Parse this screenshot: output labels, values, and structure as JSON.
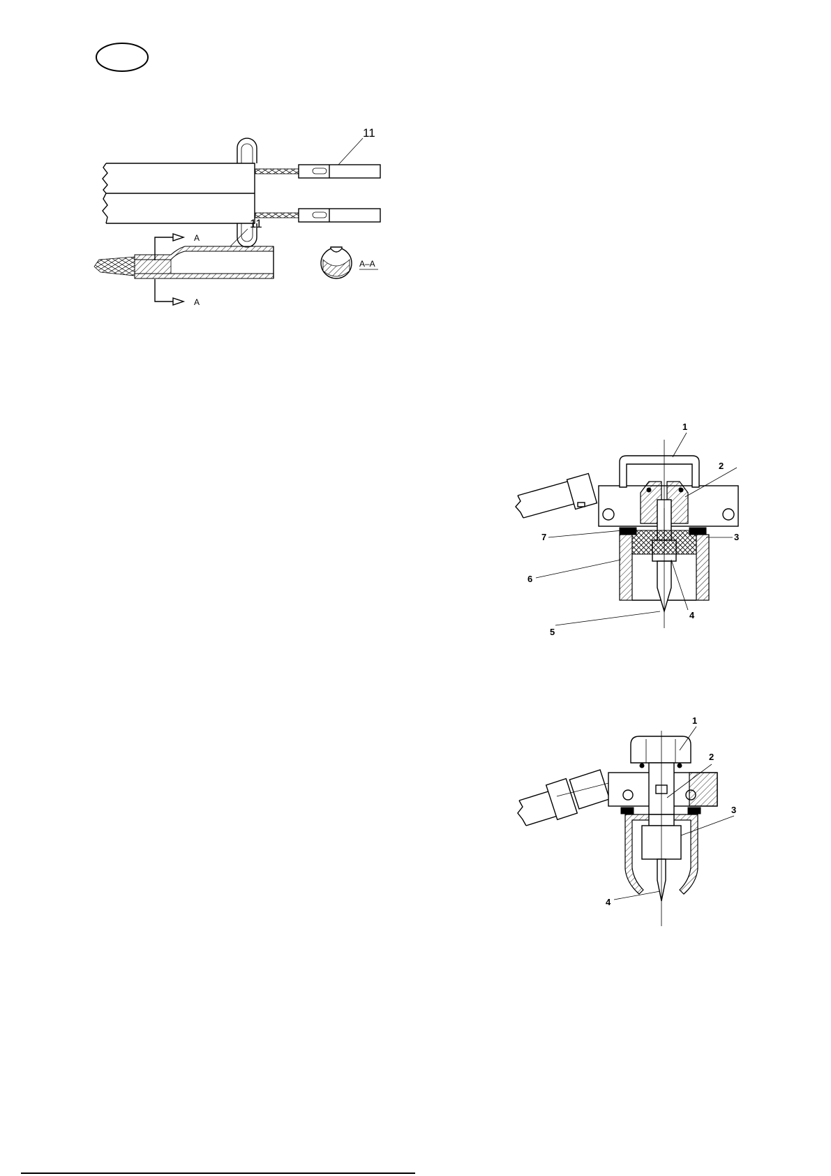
{
  "page": {
    "badge": {
      "text": ""
    }
  },
  "figure_top": {
    "callout_upper": "11",
    "callout_lower": "11",
    "section_mark_top": "A",
    "section_mark_bottom": "A",
    "section_label": "A–A"
  },
  "figure_mid": {
    "callouts": [
      "1",
      "2",
      "3",
      "4",
      "5",
      "6",
      "7"
    ]
  },
  "figure_bottom": {
    "callouts": [
      "1",
      "2",
      "3",
      "4"
    ]
  },
  "footer": {
    "fragment": ""
  }
}
